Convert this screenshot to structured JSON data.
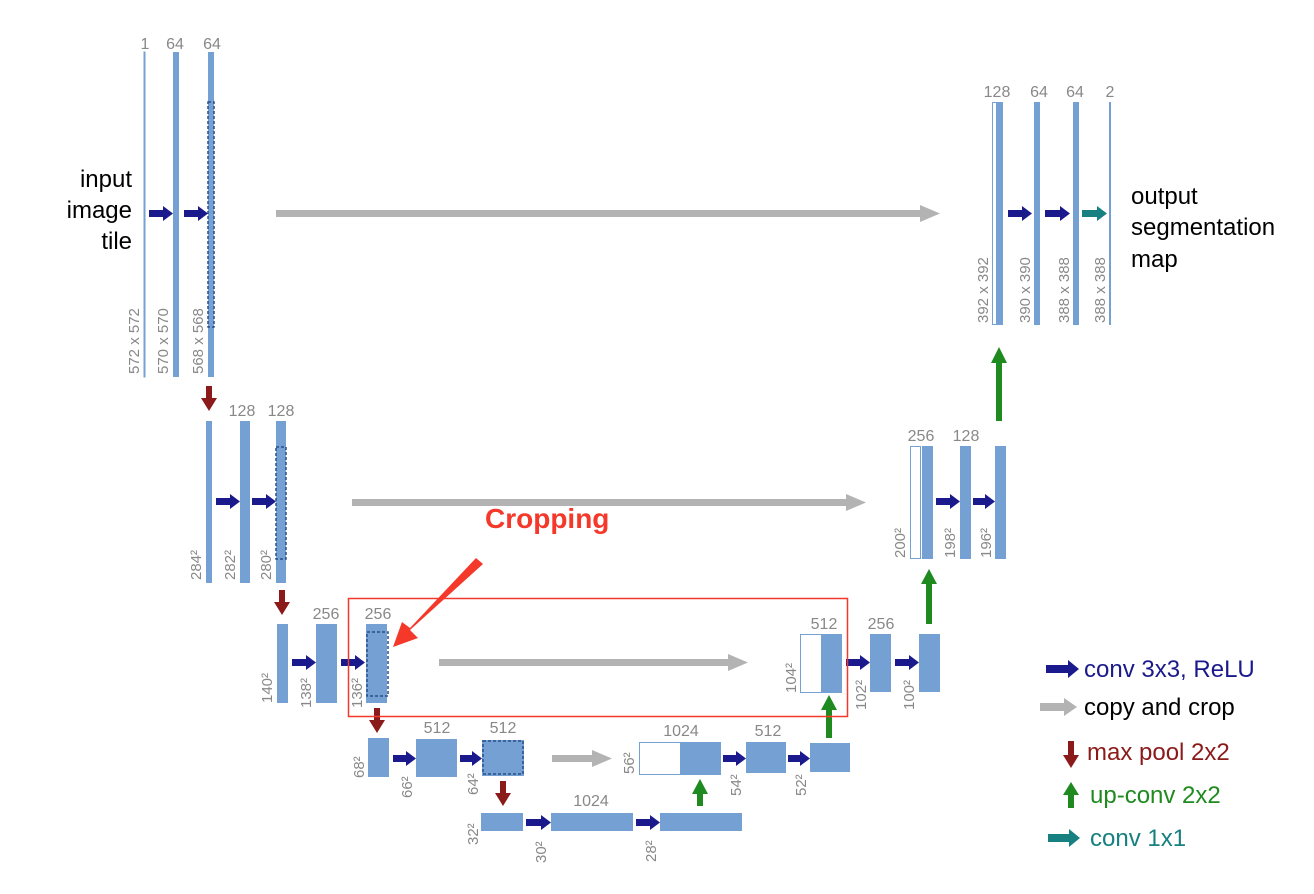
{
  "labels": {
    "input": [
      "input",
      "image",
      "tile"
    ],
    "output": [
      "output",
      "segmentation",
      "map"
    ],
    "cropping": "Cropping"
  },
  "channels": {
    "l1": [
      "1",
      "64",
      "64"
    ],
    "l2": [
      "128",
      "128"
    ],
    "l3": [
      "256",
      "256"
    ],
    "l4": [
      "512",
      "512"
    ],
    "l5": [
      "1024"
    ],
    "r4": [
      "1024",
      "512"
    ],
    "r3": [
      "512",
      "256"
    ],
    "r2": [
      "256",
      "128"
    ],
    "r1": [
      "128",
      "64",
      "64",
      "2"
    ]
  },
  "dims": {
    "l1": [
      "572 x 572",
      "570 x 570",
      "568 x 568"
    ],
    "l2": [
      "284²",
      "282²",
      "280²"
    ],
    "l3": [
      "140²",
      "138²",
      "136²"
    ],
    "l4": [
      "68²",
      "66²",
      "64²"
    ],
    "l5": [
      "32²",
      "30²",
      "28²"
    ],
    "r4": [
      "56²",
      "54²",
      "52²"
    ],
    "r3": [
      "104²",
      "102²",
      "100²"
    ],
    "r2": [
      "200²",
      "198²",
      "196²"
    ],
    "r1": [
      "392 x 392",
      "390 x 390",
      "388 x 388",
      "388 x 388"
    ]
  },
  "legend": [
    {
      "label": "conv 3x3, ReLU",
      "color": "#1a1a8c",
      "arrow": "navy"
    },
    {
      "label": "copy and crop",
      "color": "#000000",
      "arrow": "gray"
    },
    {
      "label": "max pool 2x2",
      "color": "#8b1a1a",
      "arrow": "down-red"
    },
    {
      "label": "up-conv 2x2",
      "color": "#1f8a1f",
      "arrow": "up-green"
    },
    {
      "label": "conv 1x1",
      "color": "#178080",
      "arrow": "teal"
    }
  ],
  "colors": {
    "feature_map": "#75a0d3",
    "conv_arrow": "#1a1a8c",
    "copy_arrow": "#b3b3b3",
    "pool_arrow": "#8b1a1a",
    "upconv_arrow": "#1f8a1f",
    "conv1x1_arrow": "#178080",
    "crop_highlight": "#f4382a"
  }
}
